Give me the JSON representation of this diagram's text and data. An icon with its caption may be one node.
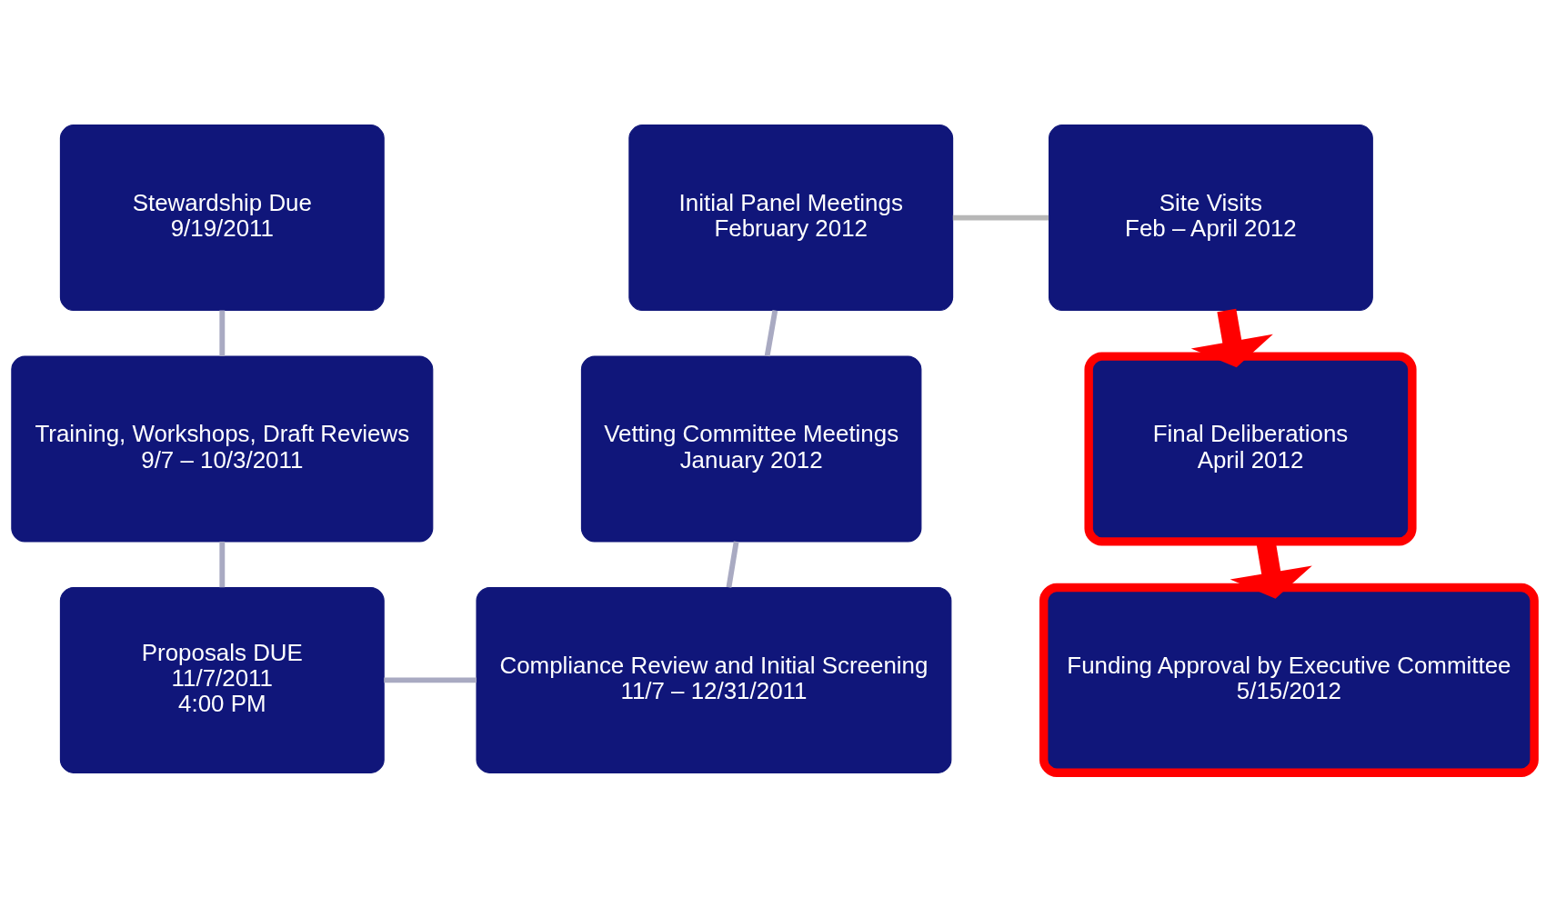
{
  "diagram": {
    "nodes": [
      {
        "text": [
          "Stewardship Due",
          "9/19/2011"
        ]
      },
      {
        "text": [
          "Training, Workshops, Draft Reviews",
          "9/7 – 10/3/2011"
        ]
      },
      {
        "text": [
          "Proposals DUE",
          "11/7/2011",
          "4:00 PM"
        ]
      },
      {
        "text": [
          "Compliance Review and Initial Screening",
          "11/7 – 12/31/2011"
        ]
      },
      {
        "text": [
          "Vetting Committee Meetings",
          "January 2012"
        ]
      },
      {
        "text": [
          "Initial Panel Meetings",
          "February 2012"
        ]
      },
      {
        "text": [
          "Site Visits",
          "Feb – April 2012"
        ]
      },
      {
        "text": [
          "Final Deliberations",
          "April 2012"
        ]
      },
      {
        "text": [
          "Funding Approval by Executive Committee",
          "5/15/2012"
        ]
      }
    ],
    "edges": [
      {
        "from": 0,
        "to": 1,
        "arrow": "none"
      },
      {
        "from": 1,
        "to": 2,
        "arrow": "none"
      },
      {
        "from": 2,
        "to": 3,
        "arrow": "none"
      },
      {
        "from": 3,
        "to": 4,
        "arrow": "none"
      },
      {
        "from": 4,
        "to": 5,
        "arrow": "none"
      },
      {
        "from": 5,
        "to": 6,
        "arrow": "none",
        "color": "#b7b7b7"
      },
      {
        "from": 6,
        "to": 7,
        "arrow": "to",
        "style": "thick",
        "color": "#ff0000"
      },
      {
        "from": 7,
        "to": 8,
        "arrow": "to",
        "style": "thick",
        "color": "#ff0000"
      }
    ]
  }
}
